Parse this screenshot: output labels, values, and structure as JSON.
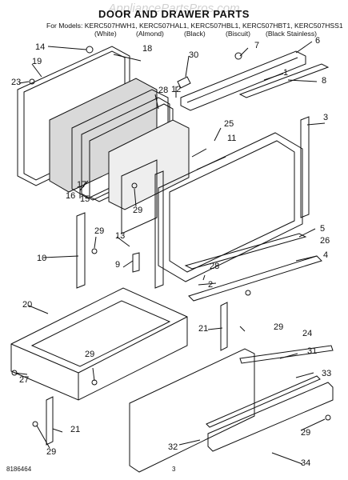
{
  "watermark": "AppliancePartsPros.com",
  "title": "DOOR AND DRAWER PARTS",
  "models_line": "For Models: KERC507HWH1, KERC507HAL1, KERC507HBL1, KERC507HBT1, KERC507HSS1",
  "finishes": [
    "(White)",
    "(Almond)",
    "(Black)",
    "(Biscuit)",
    "(Black Stainless)"
  ],
  "callouts": [
    "14",
    "18",
    "30",
    "7",
    "6",
    "19",
    "23",
    "28",
    "12",
    "1",
    "8",
    "3",
    "17",
    "25",
    "11",
    "16",
    "15",
    "29",
    "13",
    "5",
    "26",
    "9",
    "10",
    "29",
    "4",
    "28",
    "2",
    "20",
    "29",
    "21",
    "24",
    "31",
    "29",
    "33",
    "27",
    "21",
    "29",
    "32",
    "34",
    "29"
  ],
  "footer": {
    "part_number": "8186464",
    "page": "3"
  }
}
